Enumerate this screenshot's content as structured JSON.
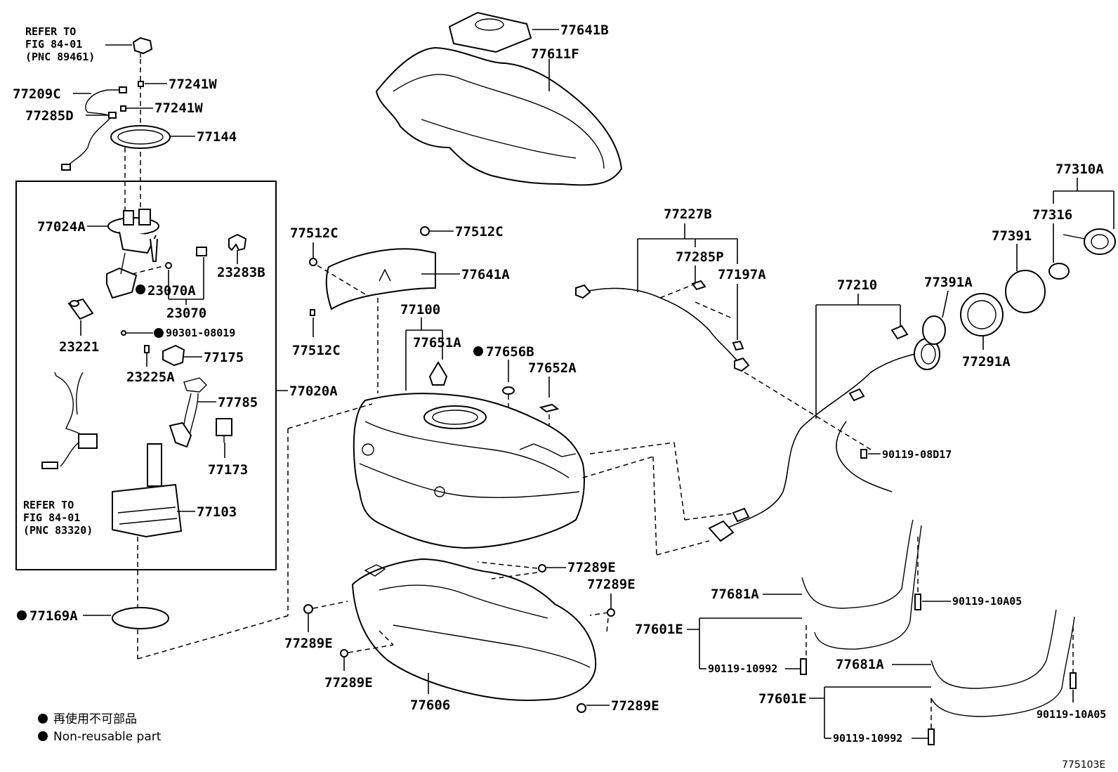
{
  "callouts": {
    "p77641B": "77641B",
    "p77611F": "77611F",
    "p77241W_1": "77241W",
    "p77241W_2": "77241W",
    "p77209C": "77209C",
    "p77285D": "77285D",
    "p77144": "77144",
    "p77024A": "77024A",
    "p23283B": "23283B",
    "p23070A": "23070A",
    "p23070": "23070",
    "p23221": "23221",
    "p90301_08019": "90301-08019",
    "p77175": "77175",
    "p23225A": "23225A",
    "p77785": "77785",
    "p77020A": "77020A",
    "p77173": "77173",
    "p77103": "77103",
    "p77169A": "77169A",
    "p77512C_1": "77512C",
    "p77512C_2": "77512C",
    "p77512C_3": "77512C",
    "p77641A": "77641A",
    "p77100": "77100",
    "p77651A": "77651A",
    "p77656B": "77656B",
    "p77652A": "77652A",
    "p77227B": "77227B",
    "p77285P": "77285P",
    "p77197A": "77197A",
    "p77310A": "77310A",
    "p77316": "77316",
    "p77391": "77391",
    "p77391A": "77391A",
    "p77210": "77210",
    "p77291A": "77291A",
    "p90119_08D17": "90119-08D17",
    "p77289E_1": "77289E",
    "p77289E_2": "77289E",
    "p77289E_3": "77289E",
    "p77289E_4": "77289E",
    "p77289E_5": "77289E",
    "p77606": "77606",
    "p77681A_1": "77681A",
    "p77681A_2": "77681A",
    "p77601E_1": "77601E",
    "p77601E_2": "77601E",
    "p90119_10A05_1": "90119-10A05",
    "p90119_10A05_2": "90119-10A05",
    "p90119_10992_1": "90119-10992",
    "p90119_10992_2": "90119-10992"
  },
  "refer_notes": {
    "top": [
      "REFER TO",
      "FIG 84-01",
      "(PNC 89461)"
    ],
    "bottom": [
      "REFER TO",
      "FIG 84-01",
      "(PNC 83320)"
    ]
  },
  "legend": {
    "japanese": "再使用不可部品",
    "english": "Non-reusable part"
  },
  "figure_code": "775103E"
}
